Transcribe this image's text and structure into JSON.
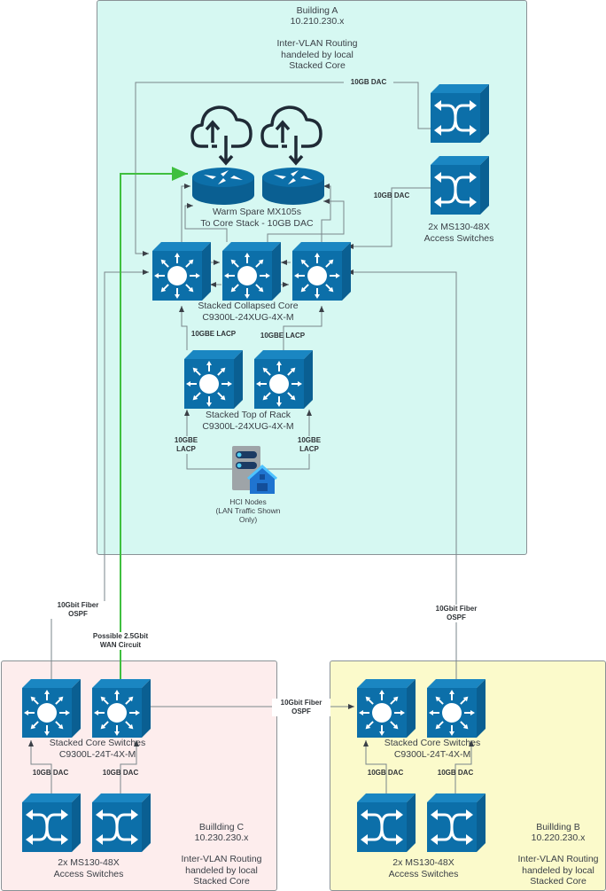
{
  "buildings": {
    "a": {
      "name": "Building A",
      "subnet": "10.210.230.x",
      "note": "Inter-VLAN Routing\nhandeled by local\nStacked Core",
      "color": "#d6f8f2"
    },
    "b": {
      "name": "Buillding B",
      "subnet": "10.220.230.x",
      "note": "Inter-VLAN Routing\nhandeled by local\nStacked Core",
      "color": "#fbfacb"
    },
    "c": {
      "name": "Buillding C",
      "subnet": "10.230.230.x",
      "note": "Inter-VLAN Routing\nhandeled by local\nStacked Core",
      "color": "#fdeded"
    }
  },
  "device_labels": {
    "mx": "Warm Spare MX105s\nTo Core Stack - 10GB DAC",
    "a_access": "2x MS130-48X\nAccess Switches",
    "a_core": "Stacked Collapsed Core\nC9300L-24XUG-4X-M",
    "a_tor": "Stacked Top of Rack\nC9300L-24XUG-4X-M",
    "hci": "HCI Nodes\n(LAN Traffic Shown\nOnly)",
    "c_core": "Stacked Core Switches\nC9300L-24T-4X-M",
    "c_access": "2x MS130-48X\nAccess Switches",
    "b_core": "Stacked Core Switches\nC9300L-24T-4X-M",
    "b_access": "2x MS130-48X\nAccess Switches"
  },
  "link_labels": {
    "a_access_top": "10GB DAC",
    "a_access_bottom": "10GB DAC",
    "core_tor_left": "10GBE LACP",
    "core_tor_right": "10GBE LACP",
    "tor_hci_left": "10GBE\nLACP",
    "tor_hci_right": "10GBE\nLACP",
    "a_to_c": "10Gbit Fiber\nOSPF",
    "wan": "Possible 2.5Gbit\nWAN Circuit",
    "a_to_b": "10Gbit Fiber\nOSPF",
    "c_to_b": "10Gbit Fiber\nOSPF",
    "c_dac_left": "10GB DAC",
    "c_dac_right": "10GB DAC",
    "b_dac_left": "10GB DAC",
    "b_dac_right": "10GB DAC"
  },
  "colors": {
    "device_blue": "#0c6fa9",
    "device_side": "#0a5f92",
    "wire": "#6e7a80",
    "wan_wire": "#3fbf3f",
    "icon_dark": "#1f2a36"
  }
}
